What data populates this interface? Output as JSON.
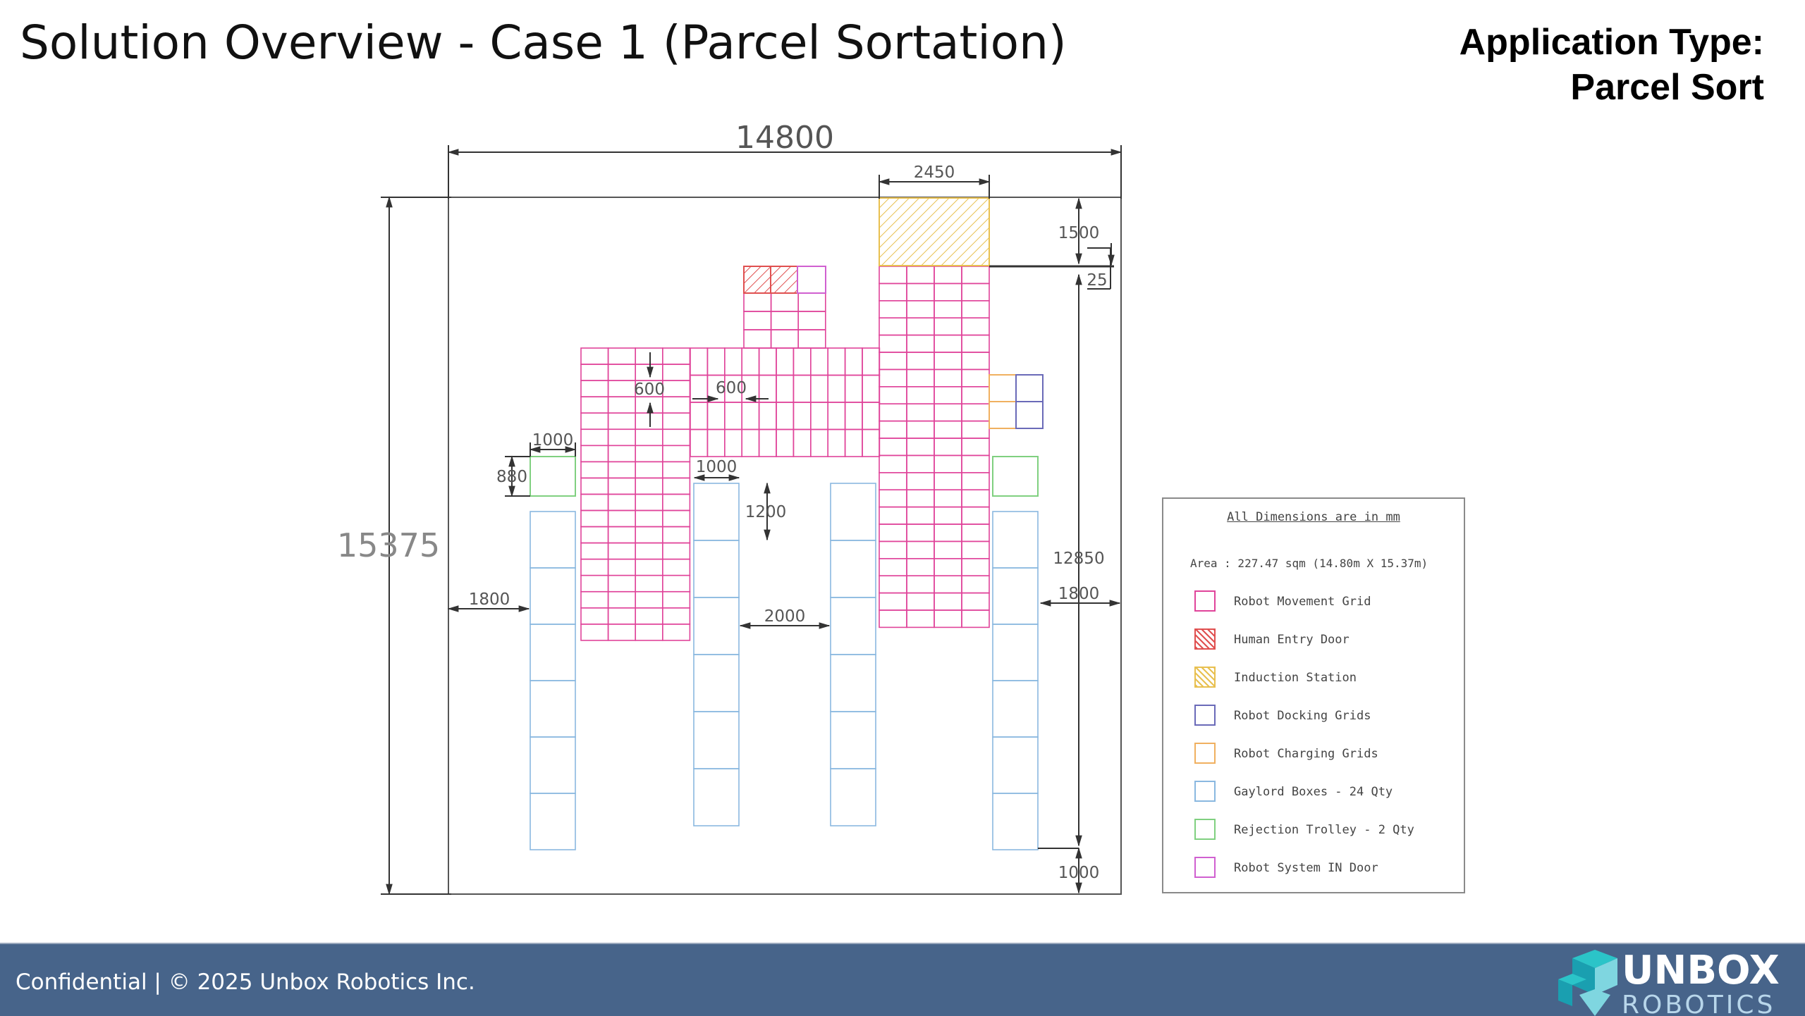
{
  "slide": {
    "title": "Solution Overview - Case 1 (Parcel Sortation)",
    "app_type_line1": "Application Type:",
    "app_type_line2": "Parcel Sort"
  },
  "drawing": {
    "dimensions": {
      "overall_width": "14800",
      "overall_height": "15375",
      "induction_width": "2450",
      "top_gap": "1500",
      "small_gap": "25",
      "grid_cell_v": "600",
      "grid_cell_h": "600",
      "trolley_width": "1000",
      "trolley_depth": "880",
      "box_width": "1000",
      "box_depth": "1200",
      "aisle_width": "2000",
      "left_clearance": "1800",
      "right_clearance": "1800",
      "inner_height": "12850",
      "bottom_gap": "1000"
    },
    "colors": {
      "movement_grid": "#e0449a",
      "entry_door": "#e05050",
      "induction": "#e8c050",
      "docking": "#6a6ab8",
      "charging": "#f0b060",
      "gaylord": "#8ab8e0",
      "rejection": "#80d080",
      "in_door": "#d060d0",
      "dimension_line": "#333333"
    }
  },
  "legend": {
    "title": "All Dimensions are in mm",
    "area": "Area : 227.47 sqm (14.80m X 15.37m)",
    "items": [
      {
        "label": "Robot Movement Grid",
        "color": "#e0449a",
        "pattern": "none"
      },
      {
        "label": "Human Entry Door",
        "color": "#e05050",
        "pattern": "hatch"
      },
      {
        "label": "Induction Station",
        "color": "#e8c050",
        "pattern": "hatch"
      },
      {
        "label": "Robot Docking Grids",
        "color": "#6a6ab8",
        "pattern": "none"
      },
      {
        "label": "Robot Charging Grids",
        "color": "#f0b060",
        "pattern": "none"
      },
      {
        "label": "Gaylord Boxes - 24 Qty",
        "color": "#8ab8e0",
        "pattern": "none"
      },
      {
        "label": "Rejection Trolley - 2 Qty",
        "color": "#80d080",
        "pattern": "none"
      },
      {
        "label": "Robot System IN Door",
        "color": "#d060d0",
        "pattern": "none"
      }
    ]
  },
  "footer": {
    "text": "Confidential | © 2025 Unbox Robotics Inc.",
    "logo_word1": "UNBOX",
    "logo_word2": "ROBOTICS",
    "logo_colors": [
      "#2bc4c8",
      "#1a9fb0",
      "#7fd6e0"
    ]
  }
}
